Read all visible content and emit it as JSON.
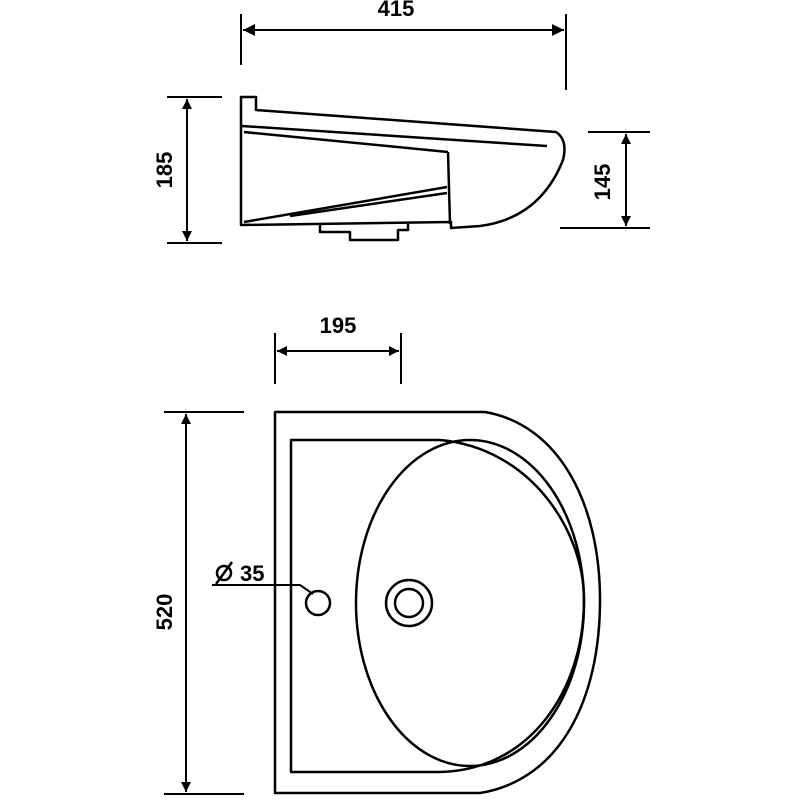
{
  "dimensions": {
    "overall_width": "415",
    "side_height": "185",
    "front_height": "145",
    "tap_offset": "195",
    "depth": "520",
    "tap_hole_symbol": "ø",
    "tap_hole_diameter": "35"
  }
}
